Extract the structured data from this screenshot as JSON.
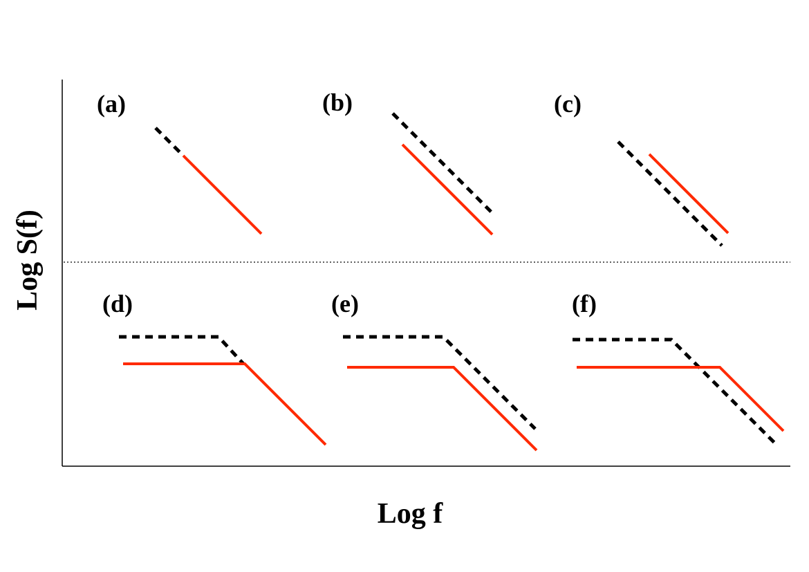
{
  "axes": {
    "x_title": "Log f",
    "y_title": "Log S(f)"
  },
  "colors": {
    "solid_line": "#ff2a00",
    "dashed_line": "#000000",
    "axis": "#000000"
  },
  "panels": [
    {
      "id": "a",
      "label": "(a)"
    },
    {
      "id": "b",
      "label": "(b)"
    },
    {
      "id": "c",
      "label": "(c)"
    },
    {
      "id": "d",
      "label": "(d)"
    },
    {
      "id": "e",
      "label": "(e)"
    },
    {
      "id": "f",
      "label": "(f)"
    }
  ]
}
